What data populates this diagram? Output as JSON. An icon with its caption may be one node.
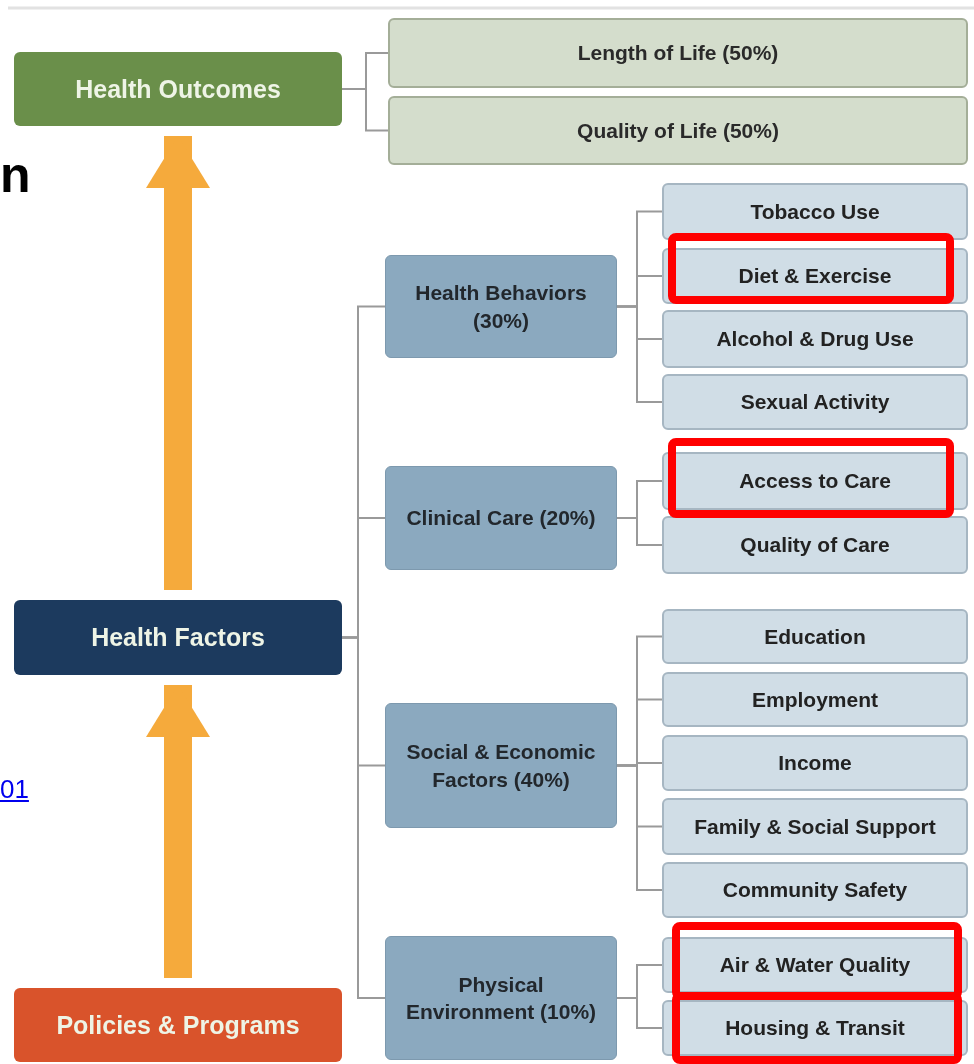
{
  "diagram": {
    "nodes": [
      {
        "text": [
          "Health Outcomes"
        ]
      },
      {
        "text": [
          "Length of Life (50%)"
        ]
      },
      {
        "text": [
          "Quality of Life (50%)"
        ]
      },
      {
        "text": [
          "Health Factors"
        ]
      },
      {
        "text": [
          "Health Behaviors (30%)"
        ]
      },
      {
        "text": [
          "Tobacco Use"
        ]
      },
      {
        "text": [
          "Diet & Exercise"
        ]
      },
      {
        "text": [
          "Alcohol & Drug Use"
        ]
      },
      {
        "text": [
          "Sexual Activity"
        ]
      },
      {
        "text": [
          "Clinical Care (20%)"
        ]
      },
      {
        "text": [
          "Access to Care"
        ]
      },
      {
        "text": [
          "Quality of Care"
        ]
      },
      {
        "text": [
          "Social & Economic Factors (40%)"
        ]
      },
      {
        "text": [
          "Education"
        ]
      },
      {
        "text": [
          "Employment"
        ]
      },
      {
        "text": [
          "Income"
        ]
      },
      {
        "text": [
          "Family & Social Support"
        ]
      },
      {
        "text": [
          "Community Safety"
        ]
      },
      {
        "text": [
          "Physical Environment (10%)"
        ]
      },
      {
        "text": [
          "Air & Water Quality"
        ]
      },
      {
        "text": [
          "Housing & Transit"
        ]
      },
      {
        "text": [
          "Policies & Programs"
        ]
      }
    ],
    "edges": [
      {
        "from": 21,
        "to": 3,
        "arrow": "to",
        "style": "thick",
        "color": "#f5aa3c"
      },
      {
        "from": 3,
        "to": 0,
        "arrow": "to",
        "style": "thick",
        "color": "#f5aa3c"
      },
      {
        "from": 0,
        "to": 1,
        "arrow": "none"
      },
      {
        "from": 0,
        "to": 2,
        "arrow": "none"
      },
      {
        "from": 3,
        "to": 4,
        "arrow": "none"
      },
      {
        "from": 3,
        "to": 9,
        "arrow": "none"
      },
      {
        "from": 3,
        "to": 12,
        "arrow": "none"
      },
      {
        "from": 3,
        "to": 18,
        "arrow": "none"
      },
      {
        "from": 4,
        "to": 5,
        "arrow": "none"
      },
      {
        "from": 4,
        "to": 6,
        "arrow": "none"
      },
      {
        "from": 4,
        "to": 7,
        "arrow": "none"
      },
      {
        "from": 4,
        "to": 8,
        "arrow": "none"
      },
      {
        "from": 9,
        "to": 10,
        "arrow": "none"
      },
      {
        "from": 9,
        "to": 11,
        "arrow": "none"
      },
      {
        "from": 12,
        "to": 13,
        "arrow": "none"
      },
      {
        "from": 12,
        "to": 14,
        "arrow": "none"
      },
      {
        "from": 12,
        "to": 15,
        "arrow": "none"
      },
      {
        "from": 12,
        "to": 16,
        "arrow": "none"
      },
      {
        "from": 12,
        "to": 17,
        "arrow": "none"
      },
      {
        "from": 18,
        "to": 19,
        "arrow": "none"
      },
      {
        "from": 18,
        "to": 20,
        "arrow": "none"
      }
    ],
    "labels": [
      "n",
      "01"
    ]
  }
}
